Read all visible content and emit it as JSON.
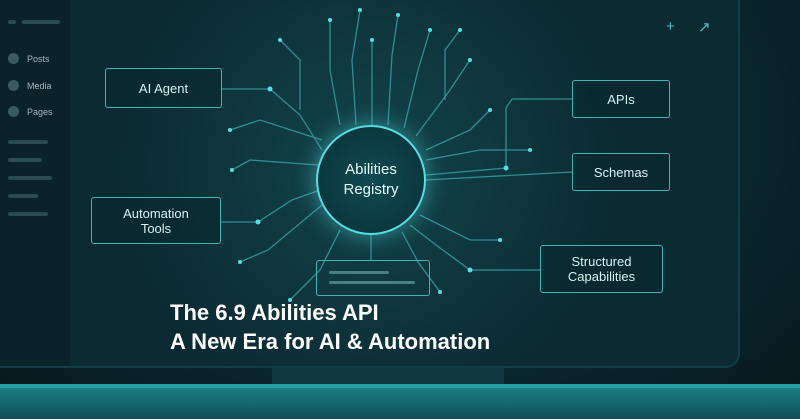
{
  "sidebar": {
    "items": [
      {
        "label": "Posts",
        "icon": "pin-icon"
      },
      {
        "label": "Media",
        "icon": "media-icon"
      },
      {
        "label": "Pages",
        "icon": "pages-icon"
      }
    ]
  },
  "toolbar": {
    "add_icon": "+",
    "arrow_icon": "↗"
  },
  "diagram": {
    "center": {
      "line1": "Abilities",
      "line2": "Registry"
    },
    "left_nodes": [
      {
        "label": "AI Agent"
      },
      {
        "line1": "Automation",
        "line2": "Tools"
      }
    ],
    "right_nodes": [
      {
        "label": "APIs"
      },
      {
        "label": "Schemas"
      },
      {
        "line1": "Structured",
        "line2": "Capabilities"
      }
    ]
  },
  "headline": {
    "line1": "The 6.9 Abilities API",
    "line2": "A New Era for AI & Automation"
  },
  "colors": {
    "accent": "#3fb5b8",
    "glow": "#54e0e0",
    "background": "#0b2a32"
  }
}
